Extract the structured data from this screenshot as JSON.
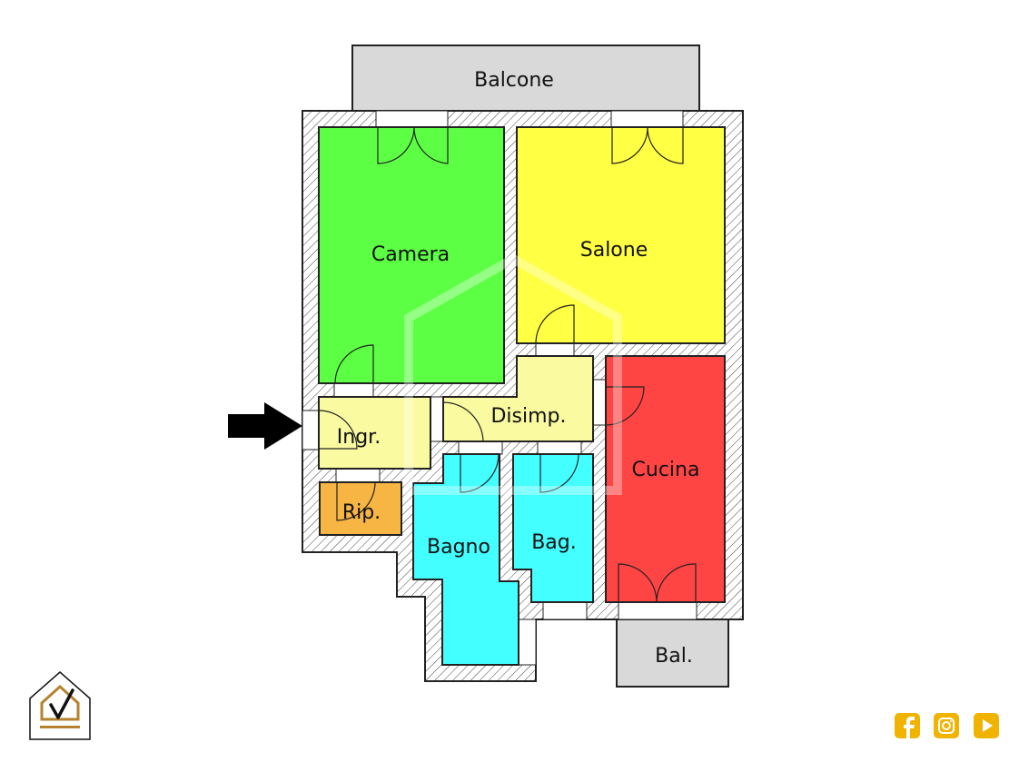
{
  "floorplan": {
    "rooms": {
      "balcone": {
        "label": "Balcone",
        "color": "#d9d9d9"
      },
      "camera": {
        "label": "Camera",
        "color": "#5cff44"
      },
      "salone": {
        "label": "Salone",
        "color": "#ffff44"
      },
      "disimp": {
        "label": "Disimp.",
        "color": "#fafaa0"
      },
      "ingr": {
        "label": "Ingr.",
        "color": "#fafaa0"
      },
      "rip": {
        "label": "Rip.",
        "color": "#f7b544"
      },
      "bagno": {
        "label": "Bagno",
        "color": "#44ffff"
      },
      "bag": {
        "label": "Bag.",
        "color": "#44ffff"
      },
      "cucina": {
        "label": "Cucina",
        "color": "#ff4444"
      },
      "bal": {
        "label": "Bal.",
        "color": "#d9d9d9"
      }
    },
    "entrance_arrow": "arrow-right-icon"
  },
  "footer": {
    "logo": "house-check-logo",
    "social": [
      "facebook-icon",
      "instagram-icon",
      "youtube-icon"
    ],
    "social_color": "#f0b400",
    "logo_color": "#b5822e"
  }
}
